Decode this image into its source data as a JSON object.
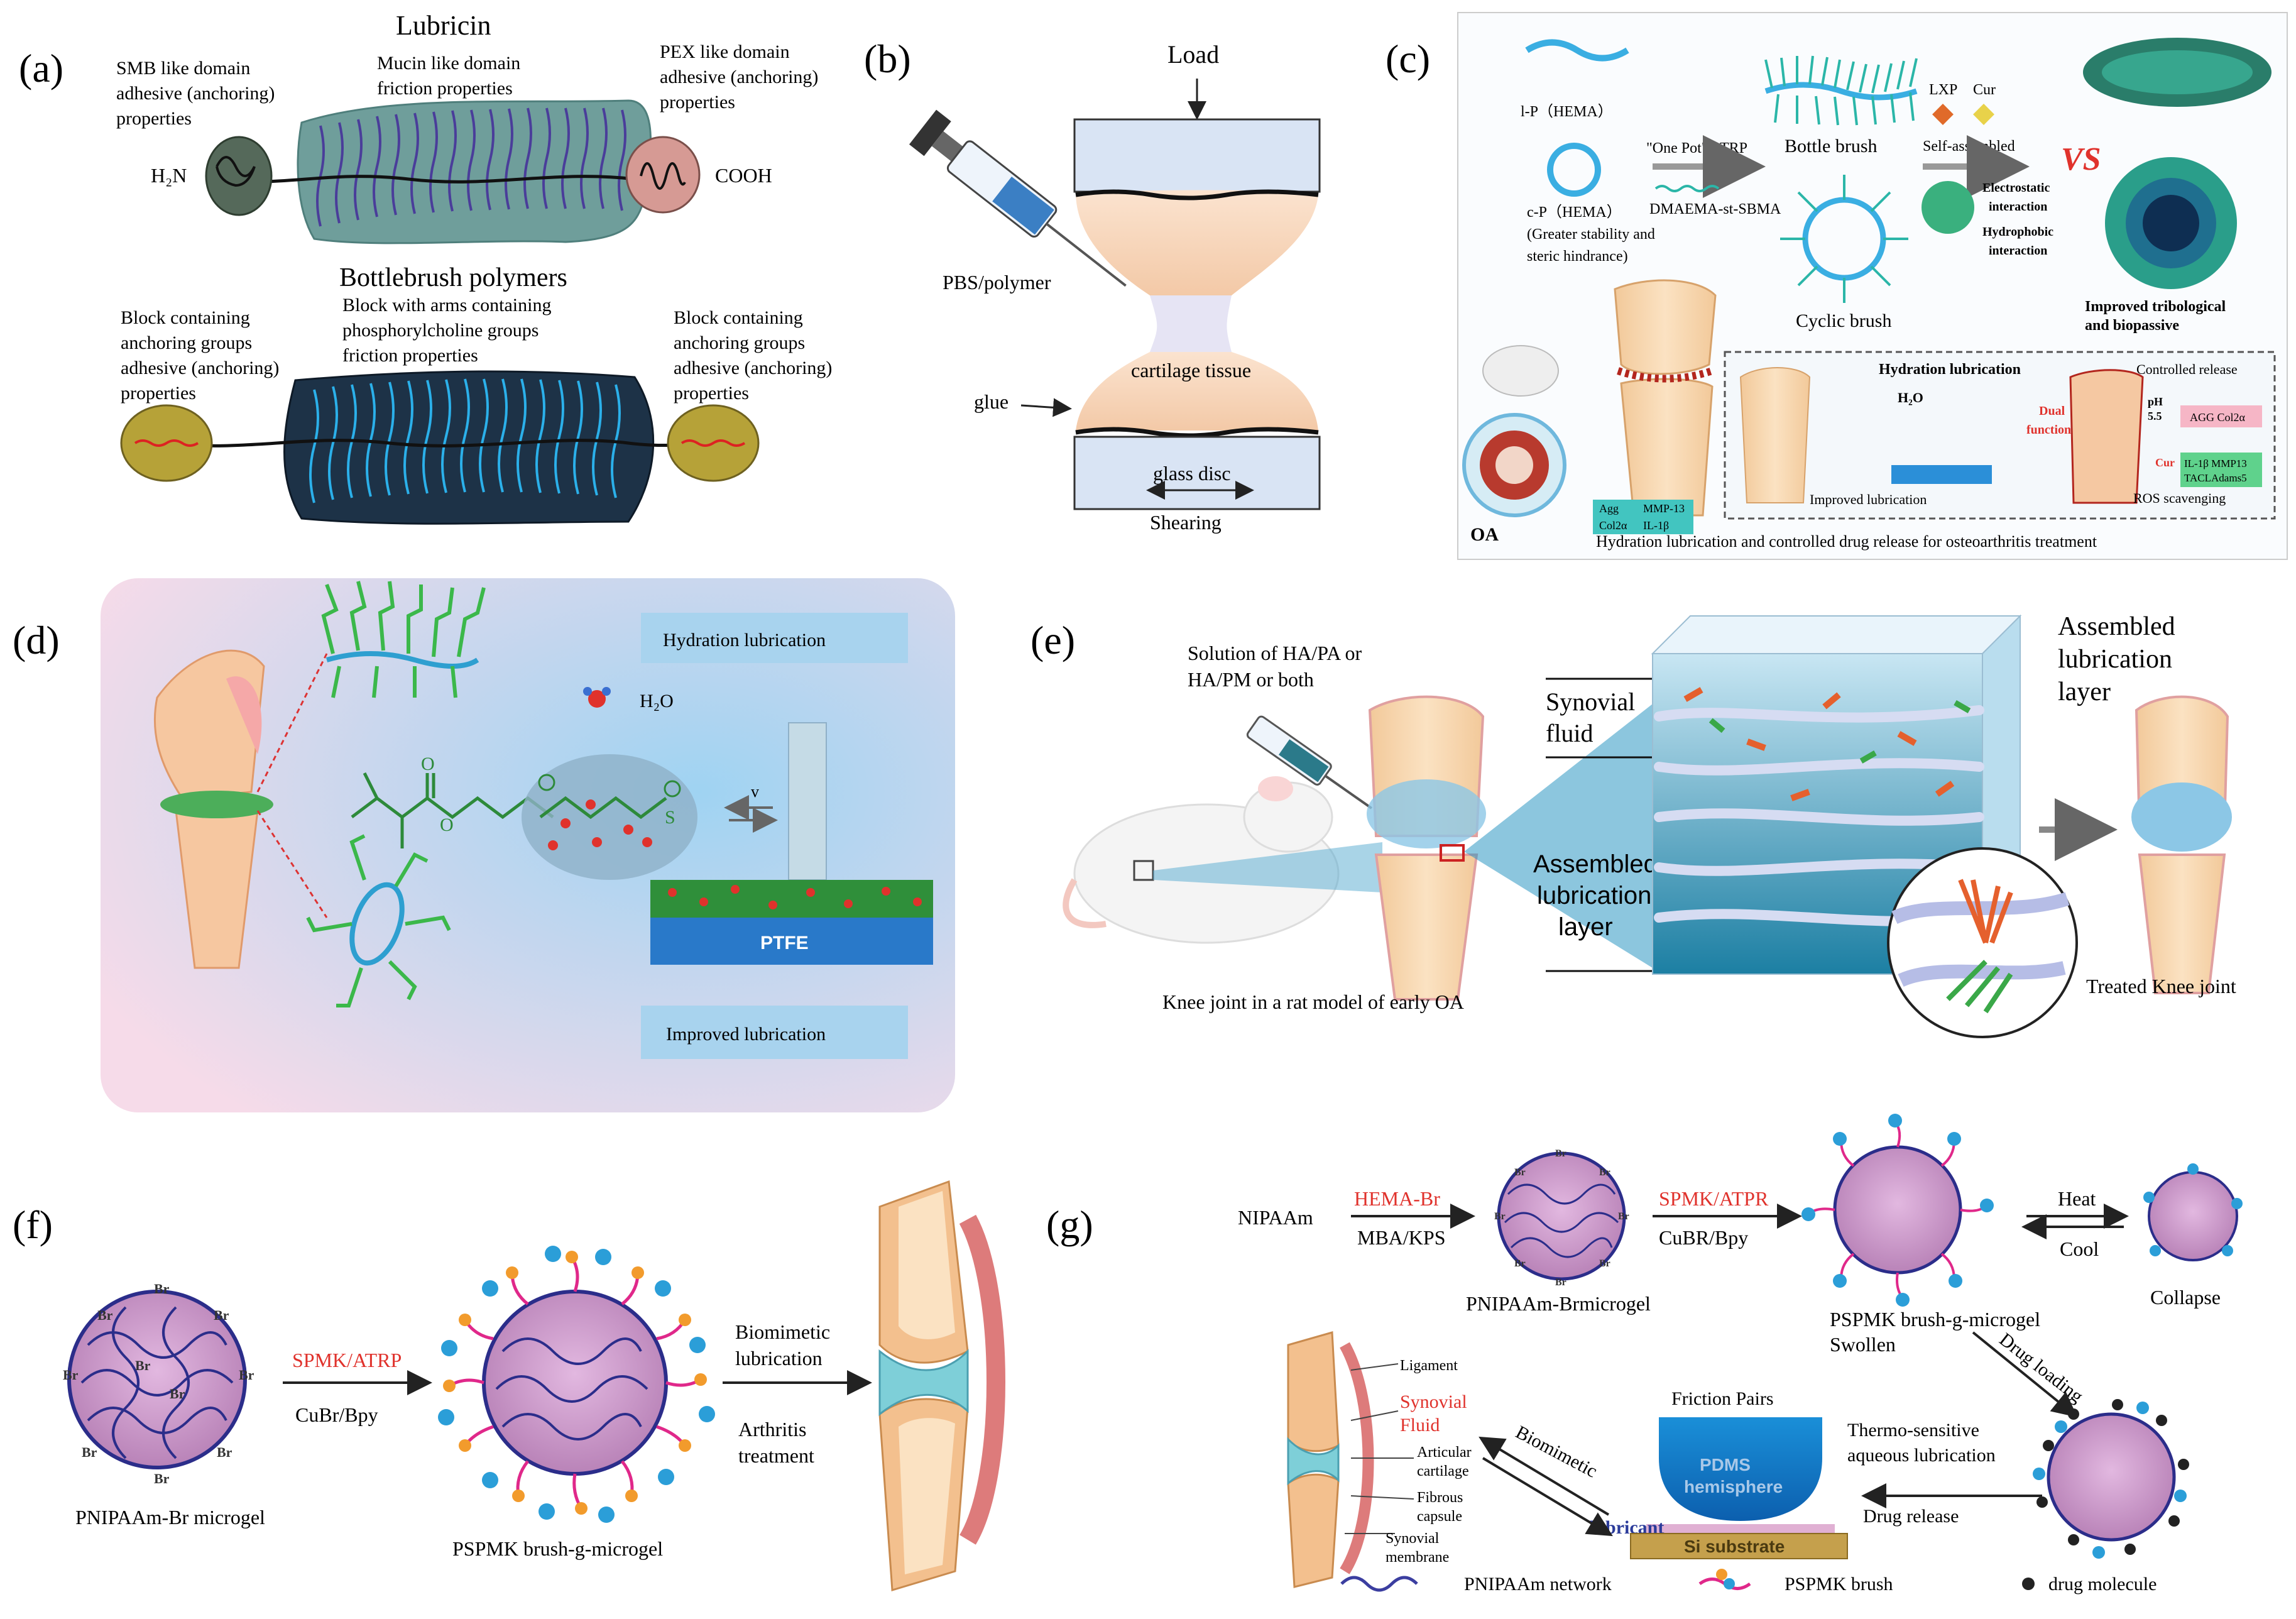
{
  "panels": {
    "a": {
      "label": "(a)",
      "title": "Lubricin",
      "smb": [
        "SMB like domain",
        "adhesive (anchoring)",
        "properties"
      ],
      "mucin": [
        "Mucin like domain",
        "friction properties"
      ],
      "pex": [
        "PEX like domain",
        "adhesive (anchoring)",
        "properties"
      ],
      "h2n": "H₂N",
      "cooh": "COOH",
      "bottlebrush_title": "Bottlebrush polymers",
      "block_left": [
        "Block containing",
        "anchoring groups",
        "adhesive (anchoring)",
        "properties"
      ],
      "block_mid": [
        "Block with arms containing",
        "phosphorylcholine groups",
        "friction properties"
      ],
      "block_right": [
        "Block containing",
        "anchoring groups",
        "adhesive (anchoring)",
        "properties"
      ]
    },
    "b": {
      "label": "(b)",
      "load": "Load",
      "pbs": "PBS/polymer",
      "cartilage": "cartilage tissue",
      "glue": "glue",
      "glass": "glass disc",
      "shearing": "Shearing"
    },
    "c": {
      "label": "(c)",
      "lp": "l-P（HEMA）",
      "cp": [
        "c-P（HEMA）",
        "(Greater stability and",
        "steric hindrance)"
      ],
      "one_pot": "\"One Pot\" ATRP",
      "dmaema": "DMAEMA-st-SBMA",
      "bottle_brush": "Bottle brush",
      "cyclic_brush": "Cyclic brush",
      "lxp": "LXP",
      "cur": "Cur",
      "self_assembled": "Self-assembled",
      "vs": "VS",
      "electrostatic": [
        "Electrostatic",
        "interaction"
      ],
      "hydrophobic": [
        "Hydrophobic",
        "interaction"
      ],
      "improved_tribo": [
        "Improved tribological",
        "and biopassive"
      ],
      "hydration_lub": "Hydration lubrication",
      "h2o": "H₂O",
      "dual": [
        "Dual",
        "function"
      ],
      "controlled": "Controlled release",
      "ph": [
        "pH",
        "5.5"
      ],
      "agg_col": "AGG Col2α",
      "il_mmp": [
        "IL-1β MMP13",
        "TACLAdams5"
      ],
      "cur2": "Cur",
      "improved_lub": "Improved lubrication",
      "ros": "ROS scavenging",
      "oa": "OA",
      "legend": [
        "Agg",
        "MMP-13",
        "Col2α",
        "IL-1β"
      ],
      "caption": "Hydration lubrication and controlled drug release for osteoarthritis treatment"
    },
    "d": {
      "label": "(d)",
      "hydration": "Hydration lubrication",
      "h2o": "H₂O",
      "v": "v",
      "ptfe": "PTFE",
      "improved": "Improved lubrication"
    },
    "e": {
      "label": "(e)",
      "solution": [
        "Solution of HA/PA or",
        "HA/PM or both"
      ],
      "synovial": [
        "Synovial",
        "fluid"
      ],
      "assembled_left": [
        "Assembled",
        "lubrication",
        "layer"
      ],
      "assembled_right": [
        "Assembled",
        "lubrication",
        "layer"
      ],
      "knee": "Knee joint in a rat model of early OA",
      "treated": "Treated Knee joint"
    },
    "f": {
      "label": "(f)",
      "reagent_top": "SPMK/ATRP",
      "reagent_bottom": "CuBr/Bpy",
      "microgel": "PNIPAAm-Br microgel",
      "brush": "PSPMK brush-g-microgel",
      "biomimetic": [
        "Biomimetic",
        "lubrication"
      ],
      "arthritis": [
        "Arthritis",
        "treatment"
      ],
      "br": "Br"
    },
    "g": {
      "label": "(g)",
      "nipaam": "NIPAAm",
      "hema_br": "HEMA-Br",
      "mba": "MBA/KPS",
      "spmk": "SPMK/ATPR",
      "cubr": "CuBR/Bpy",
      "brmicrogel": "PNIPAAm-Brmicrogel",
      "pspmk_swollen": [
        "PSPMK brush-g-microgel",
        "Swollen"
      ],
      "heat": "Heat",
      "cool": "Cool",
      "collapse": "Collapse",
      "drug_loading": "Drug loading",
      "ligament": "Ligament",
      "synovial_fluid": [
        "Synovial",
        "Fluid"
      ],
      "articular": [
        "Articular",
        "cartilage"
      ],
      "fibrous": [
        "Fibrous",
        "capsule"
      ],
      "synovial_membrane": [
        "Synovial",
        "membrane"
      ],
      "biomimetic": "Biomimetic",
      "friction_pairs": "Friction Pairs",
      "pdms": [
        "PDMS",
        "hemisphere"
      ],
      "lubricant": "lubricant",
      "si": "Si substrate",
      "thermo": [
        "Thermo-sensitive",
        "aqueous lubrication"
      ],
      "drug_release": "Drug release",
      "legend_network": "PNIPAAm network",
      "legend_brush": "PSPMK brush",
      "legend_drug": "drug molecule"
    }
  }
}
